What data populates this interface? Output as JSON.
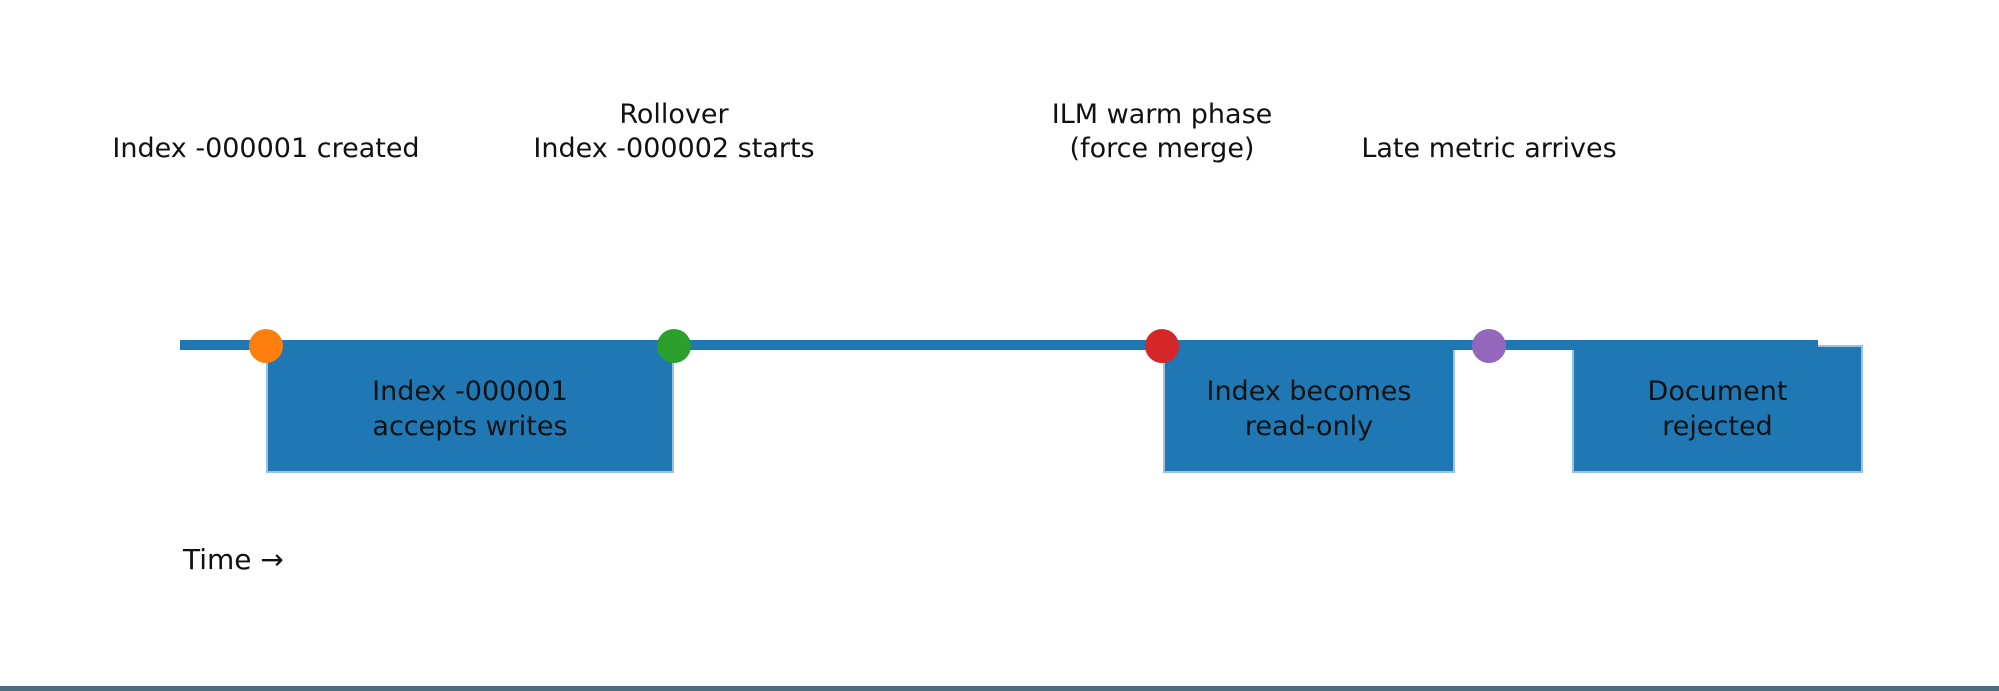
{
  "figure": {
    "background_color": "#ffffff",
    "timeline_color": "#1f77b4",
    "phase_box_fill": "#1f77b4",
    "phase_box_edge": "#9cc3de",
    "bottom_bar_color": "#4e6d7d",
    "axis_label": "Time →",
    "events": [
      {
        "label_line1": "Index -000001 created",
        "label_line2": "",
        "dot_color": "#ff7f0e"
      },
      {
        "label_line1": "Rollover",
        "label_line2": "Index -000002 starts",
        "dot_color": "#2ca02c"
      },
      {
        "label_line1": "ILM warm phase",
        "label_line2": "(force merge)",
        "dot_color": "#d62728"
      },
      {
        "label_line1": "Late metric arrives",
        "label_line2": "",
        "dot_color": "#9467bd"
      }
    ],
    "phases": [
      {
        "line1": "Index -000001",
        "line2": "accepts writes"
      },
      {
        "line1": "Index becomes",
        "line2": "read-only"
      },
      {
        "line1": "Document",
        "line2": "rejected"
      }
    ]
  }
}
